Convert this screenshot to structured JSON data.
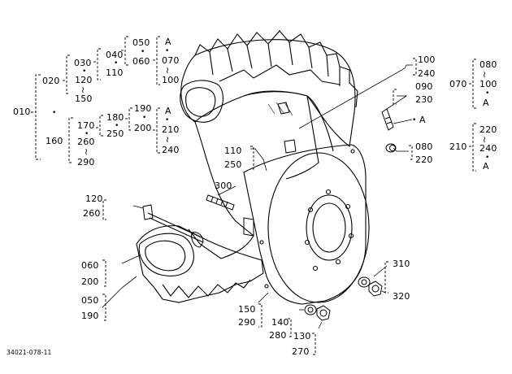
{
  "diagram": {
    "figure_code": "34021-078-11",
    "left_tree": {
      "root": "010",
      "branch_upper": "020",
      "branch_lower": "160",
      "g_030": "030",
      "g_120": "120",
      "g_150": "150",
      "g_040": "040",
      "g_110": "110",
      "g_050": "050",
      "g_060": "060",
      "a_top": "A",
      "g_070": "070",
      "g_100": "100",
      "g_170": "170",
      "g_260": "260",
      "g_290": "290",
      "g_180": "180",
      "g_250": "250",
      "g_190": "190",
      "g_200": "200",
      "a_bot": "A",
      "g_210": "210",
      "g_240": "240"
    },
    "right_tree": {
      "r070": "070",
      "r080": "080",
      "r100": "100",
      "rA1": "A",
      "r210": "210",
      "r220": "220",
      "r240": "240",
      "rA2": "A"
    },
    "callouts": {
      "c100": "100",
      "c240": "240",
      "c090": "090",
      "c230": "230",
      "cA": "A",
      "c080": "080",
      "c220": "220",
      "c110": "110",
      "c250": "250",
      "c300": "300",
      "c120": "120",
      "c260": "260",
      "c060": "060",
      "c200": "200",
      "c050": "050",
      "c190": "190",
      "c310": "310",
      "c320": "320",
      "c150": "150",
      "c290": "290",
      "c140": "140",
      "c280": "280",
      "c130": "130",
      "c270": "270"
    },
    "symbols": {
      "dot": "•",
      "tilde": "≀"
    }
  }
}
